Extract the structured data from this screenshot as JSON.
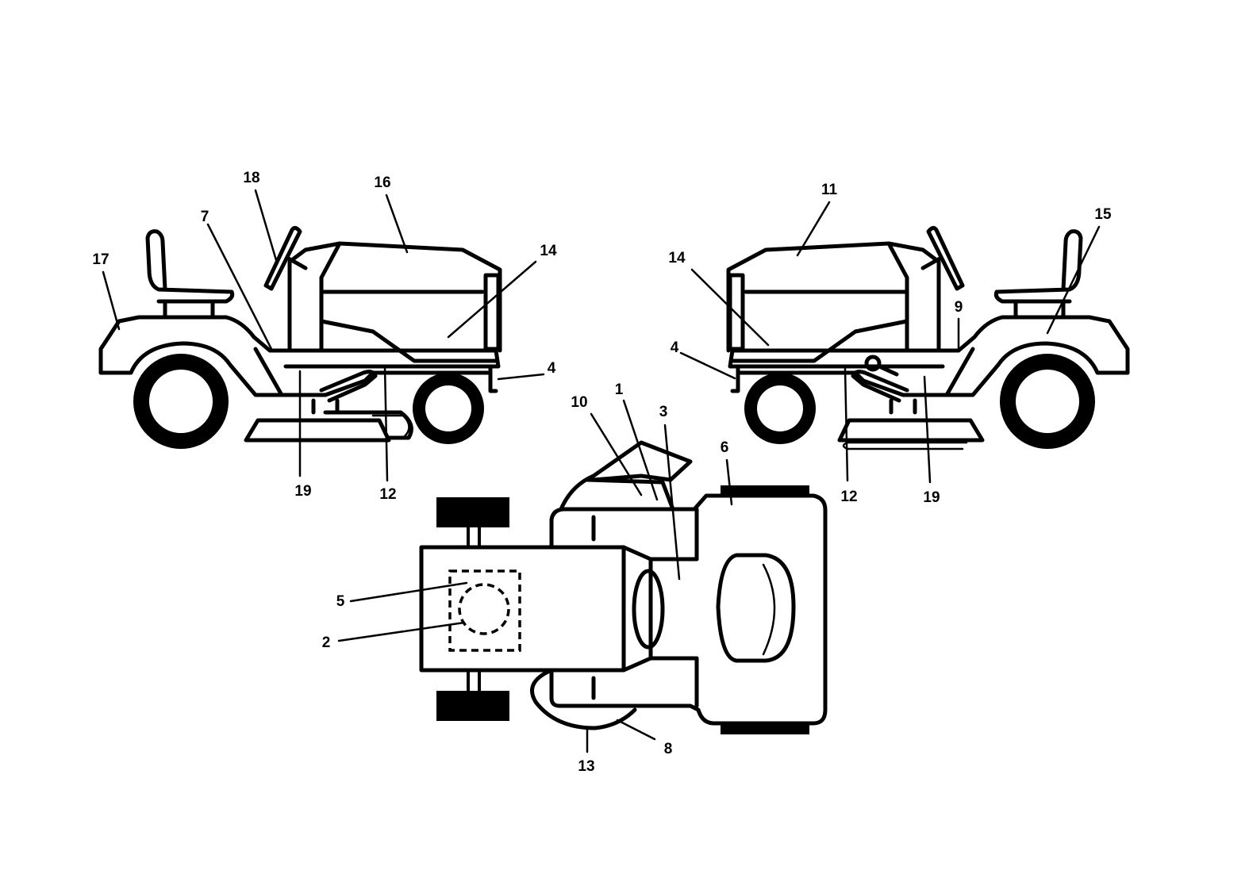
{
  "callouts": {
    "left_17": "17",
    "left_7": "7",
    "left_18": "18",
    "left_16": "16",
    "left_14": "14",
    "left_4": "4",
    "left_19": "19",
    "left_12": "12",
    "right_11": "11",
    "right_15": "15",
    "right_14": "14",
    "right_9": "9",
    "right_4": "4",
    "right_12": "12",
    "right_19": "19",
    "top_10": "10",
    "top_1": "1",
    "top_3": "3",
    "top_6": "6",
    "top_5": "5",
    "top_2": "2",
    "top_8": "8",
    "top_13": "13"
  }
}
